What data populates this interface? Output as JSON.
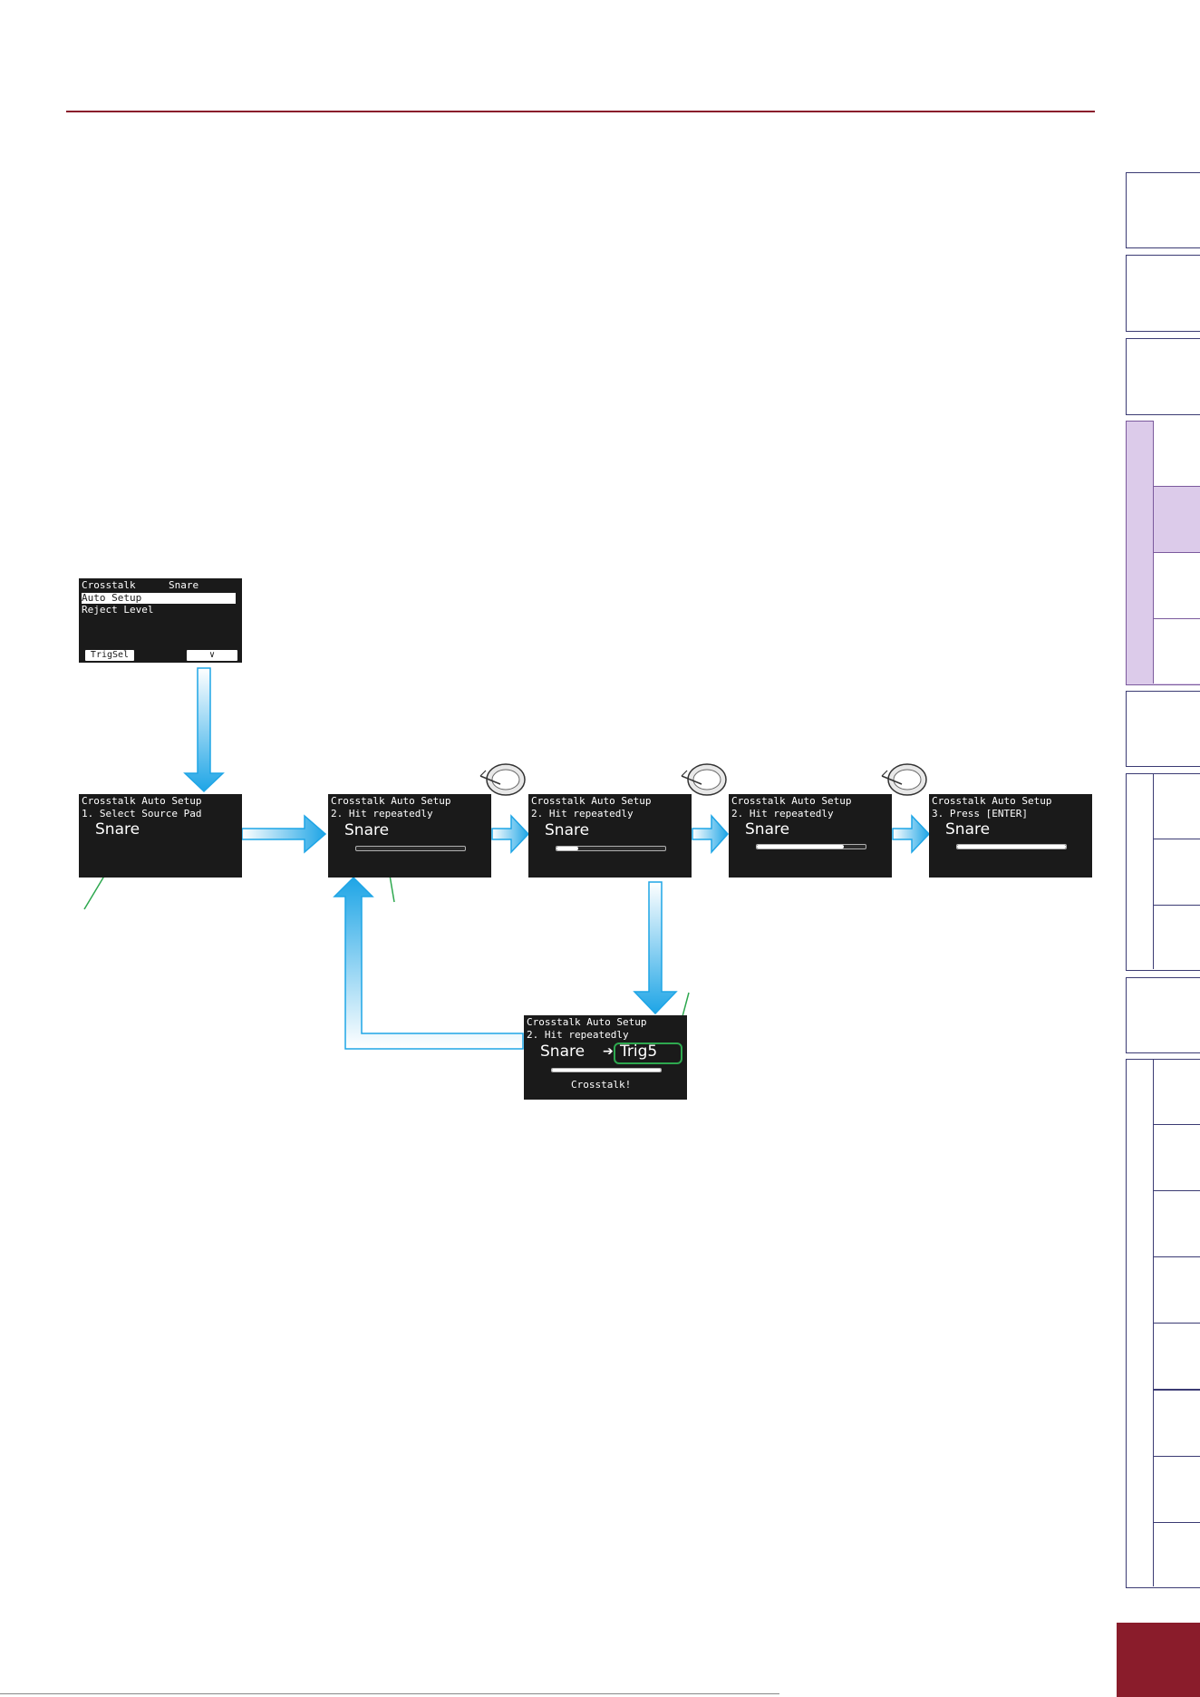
{
  "screens": {
    "menu": {
      "title": "Crosstalk",
      "pad": "Snare",
      "items": [
        "Auto Setup",
        "Reject Level"
      ],
      "buttons": [
        "TrigSel",
        "∨"
      ]
    },
    "step1": {
      "title": "Crosstalk Auto Setup",
      "instruction": "1. Select Source Pad",
      "pad": "Snare"
    },
    "step2a": {
      "title": "Crosstalk Auto Setup",
      "instruction": "2. Hit repeatedly",
      "pad": "Snare",
      "progress": 0
    },
    "step2b": {
      "title": "Crosstalk Auto Setup",
      "instruction": "2. Hit repeatedly",
      "pad": "Snare",
      "progress": 0.2
    },
    "step2c": {
      "title": "Crosstalk Auto Setup",
      "instruction": "2. Hit repeatedly",
      "pad": "Snare",
      "progress": 0.8
    },
    "step3": {
      "title": "Crosstalk Auto Setup",
      "instruction": "3. Press [ENTER]",
      "pad": "Snare",
      "progress": 1.0
    },
    "crosstalk": {
      "title": "Crosstalk Auto Setup",
      "instruction": "2. Hit repeatedly",
      "pad": "Snare",
      "arrow": "➔",
      "trigger": "Trig5",
      "status": "Crosstalk!",
      "progress": 1.0
    }
  },
  "colors": {
    "flow_arrow": "#1ea5e6",
    "callout": "#2ea84f",
    "header_rule": "#8a1c2b",
    "tab_active": "#dccbea"
  },
  "icons": [
    "drum-pad-icon"
  ]
}
